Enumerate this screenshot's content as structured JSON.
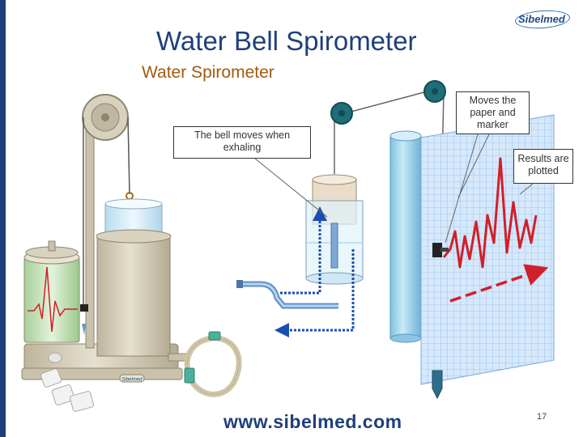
{
  "slide": {
    "title": "Water Bell Spirometer",
    "subtitle": "Water Spirometer",
    "logo_text": "Sibelmed",
    "footer_url": "www.sibelmed.com",
    "page_number": "17",
    "device_badge": "Sibelmed"
  },
  "callouts": {
    "bell_moves": "The bell moves when exhaling",
    "moves_paper": "Moves the paper and marker",
    "results": "Results are plotted"
  },
  "colors": {
    "title": "#1f3f7a",
    "subtitle": "#a05a10",
    "trace_red": "#d0202a",
    "grid_blue": "#8fb8e8",
    "drum_blue": "#9ad0ea",
    "device_beige": "#d9d2bf",
    "arrow_blue": "#1a4fb0"
  }
}
